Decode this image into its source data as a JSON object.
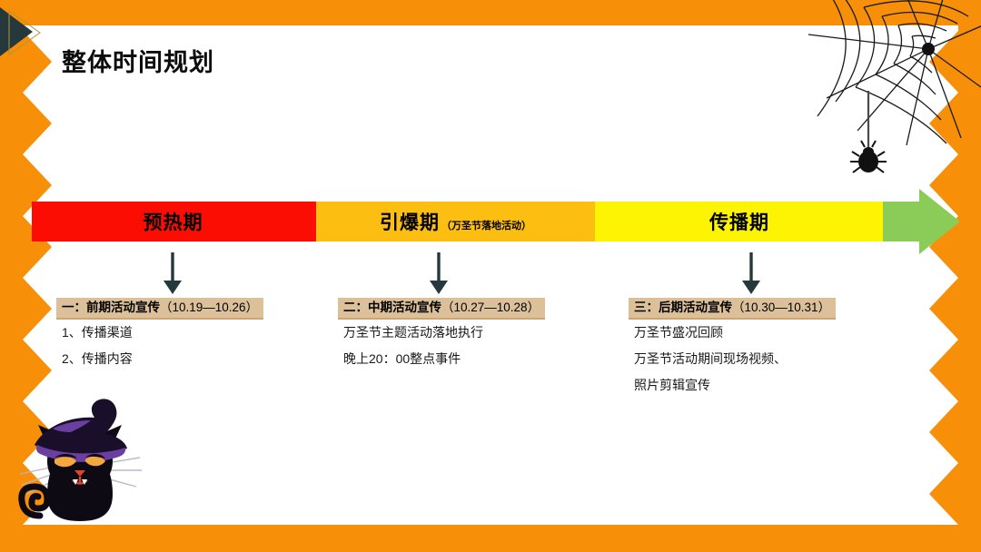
{
  "slide": {
    "title": "整体时间规划",
    "theme": {
      "orange": "#f78f08",
      "red": "#fb0d04",
      "amber": "#fdbe12",
      "yellow": "#fcf403",
      "green": "#8bcc58",
      "tan": "#dcc09a",
      "dark": "#25383c"
    }
  },
  "timeline": {
    "segments": [
      {
        "label": "预热期",
        "sub": "",
        "color": "#fb0d04"
      },
      {
        "label": "引爆期",
        "sub": "（万圣节落地活动）",
        "color": "#fdbe12"
      },
      {
        "label": "传播期",
        "sub": "",
        "color": "#fcf403"
      }
    ],
    "arrow_head_color": "#8bcc58"
  },
  "blocks": [
    {
      "index": "一：",
      "heading": "前期活动宣传",
      "date": "（10.19—10.26）",
      "lines": [
        "1、传播渠道",
        "2、传播内容"
      ]
    },
    {
      "index": "二：",
      "heading": "中期活动宣传",
      "date": "（10.27—10.28）",
      "lines": [
        "万圣节主题活动落地执行",
        "晚上20：00整点事件"
      ]
    },
    {
      "index": "三：",
      "heading": "后期活动宣传",
      "date": "（10.30—10.31）",
      "lines": [
        "万圣节盛况回顾",
        "万圣节活动期间现场视频、",
        "照片剪辑宣传"
      ]
    }
  ],
  "decorations": {
    "corner_logo": "chevron-logo",
    "left_edge": "zigzag-edge",
    "right_edge": "zigzag-edge",
    "web": "spider-web-icon",
    "spider": "spider-icon",
    "cat": "witch-cat-icon"
  }
}
